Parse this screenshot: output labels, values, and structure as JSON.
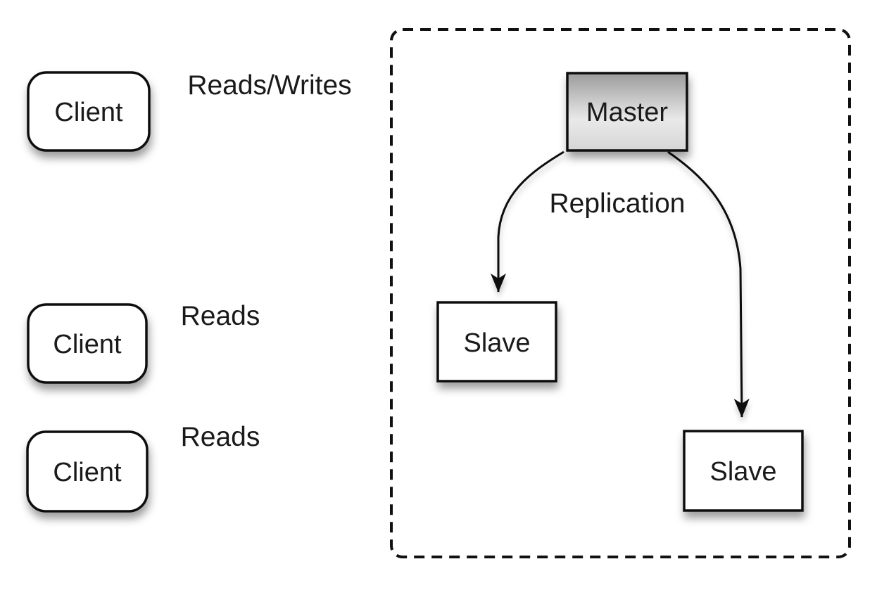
{
  "nodes": {
    "client1": {
      "label": "Client"
    },
    "client2": {
      "label": "Client"
    },
    "client3": {
      "label": "Client"
    },
    "master": {
      "label": "Master"
    },
    "slave1": {
      "label": "Slave"
    },
    "slave2": {
      "label": "Slave"
    }
  },
  "edges": {
    "client1_to_master": {
      "label": "Reads/Writes"
    },
    "client2_to_slave1": {
      "label": "Reads"
    },
    "client3_to_slave2": {
      "label": "Reads"
    },
    "master_to_slaves": {
      "label": "Replication"
    }
  },
  "colors": {
    "canvas_bg": "#ffffff",
    "stroke": "#111111",
    "text": "#1a1a1a",
    "node_fill": "#ffffff",
    "master_grad_top": "#9c9c9c",
    "master_grad_mid": "#e9e9e9",
    "master_grad_bottom": "#d6d6d6"
  }
}
